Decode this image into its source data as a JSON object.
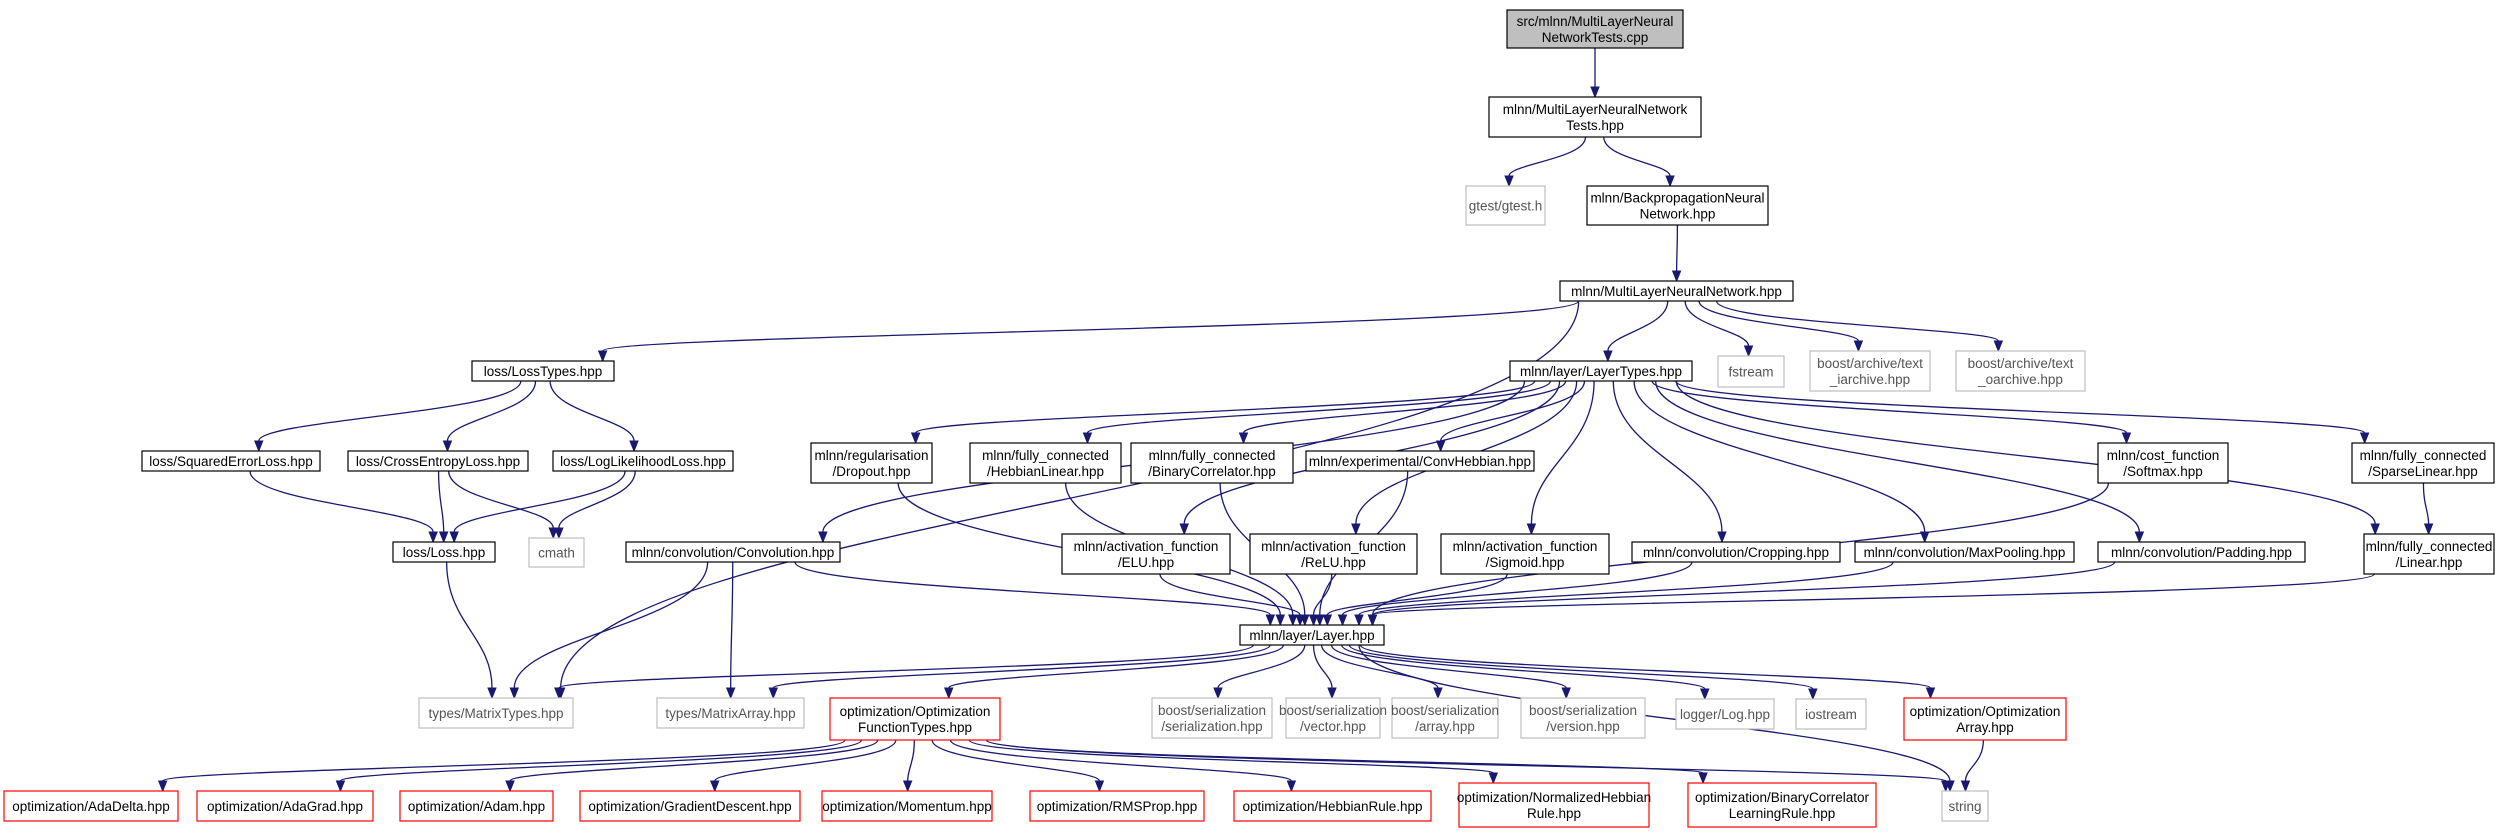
{
  "colors": {
    "edge": "#191970",
    "root_fill": "#bfbfbf",
    "truncated_border": "#ff0000",
    "external_border": "#bfbfbf"
  },
  "nodes": [
    {
      "id": "root",
      "kind": "root",
      "lines": [
        "src/mlnn/MultiLayerNeural",
        "NetworkTests.cpp"
      ]
    },
    {
      "id": "mlnt",
      "kind": "doc",
      "lines": [
        "mlnn/MultiLayerNeuralNetwork",
        "Tests.hpp"
      ]
    },
    {
      "id": "gtest",
      "kind": "ext",
      "lines": [
        "gtest/gtest.h"
      ]
    },
    {
      "id": "bpnn",
      "kind": "doc",
      "lines": [
        "mlnn/BackpropagationNeural",
        "Network.hpp"
      ]
    },
    {
      "id": "mlnn",
      "kind": "doc",
      "lines": [
        "mlnn/MultiLayerNeuralNetwork.hpp"
      ]
    },
    {
      "id": "losstypes",
      "kind": "doc",
      "lines": [
        "loss/LossTypes.hpp"
      ]
    },
    {
      "id": "layertypes",
      "kind": "doc",
      "lines": [
        "mlnn/layer/LayerTypes.hpp"
      ]
    },
    {
      "id": "fstream",
      "kind": "ext",
      "lines": [
        "fstream"
      ]
    },
    {
      "id": "textia",
      "kind": "ext",
      "lines": [
        "boost/archive/text",
        "_iarchive.hpp"
      ]
    },
    {
      "id": "textoa",
      "kind": "ext",
      "lines": [
        "boost/archive/text",
        "_oarchive.hpp"
      ]
    },
    {
      "id": "sqerr",
      "kind": "doc",
      "lines": [
        "loss/SquaredErrorLoss.hpp"
      ]
    },
    {
      "id": "crossent",
      "kind": "doc",
      "lines": [
        "loss/CrossEntropyLoss.hpp"
      ]
    },
    {
      "id": "loglik",
      "kind": "doc",
      "lines": [
        "loss/LogLikelihoodLoss.hpp"
      ]
    },
    {
      "id": "dropout",
      "kind": "doc",
      "lines": [
        "mlnn/regularisation",
        "/Dropout.hpp"
      ]
    },
    {
      "id": "hebblin",
      "kind": "doc",
      "lines": [
        "mlnn/fully_connected",
        "/HebbianLinear.hpp"
      ]
    },
    {
      "id": "bincorr",
      "kind": "doc",
      "lines": [
        "mlnn/fully_connected",
        "/BinaryCorrelator.hpp"
      ]
    },
    {
      "id": "convhebb",
      "kind": "doc",
      "lines": [
        "mlnn/experimental/ConvHebbian.hpp"
      ]
    },
    {
      "id": "softmax",
      "kind": "doc",
      "lines": [
        "mlnn/cost_function",
        "/Softmax.hpp"
      ]
    },
    {
      "id": "sparselin",
      "kind": "doc",
      "lines": [
        "mlnn/fully_connected",
        "/SparseLinear.hpp"
      ]
    },
    {
      "id": "loss",
      "kind": "doc",
      "lines": [
        "loss/Loss.hpp"
      ]
    },
    {
      "id": "cmath",
      "kind": "ext",
      "lines": [
        "cmath"
      ]
    },
    {
      "id": "conv",
      "kind": "doc",
      "lines": [
        "mlnn/convolution/Convolution.hpp"
      ]
    },
    {
      "id": "elu",
      "kind": "doc",
      "lines": [
        "mlnn/activation_function",
        "/ELU.hpp"
      ]
    },
    {
      "id": "relu",
      "kind": "doc",
      "lines": [
        "mlnn/activation_function",
        "/ReLU.hpp"
      ]
    },
    {
      "id": "sigmoid",
      "kind": "doc",
      "lines": [
        "mlnn/activation_function",
        "/Sigmoid.hpp"
      ]
    },
    {
      "id": "cropping",
      "kind": "doc",
      "lines": [
        "mlnn/convolution/Cropping.hpp"
      ]
    },
    {
      "id": "maxpool",
      "kind": "doc",
      "lines": [
        "mlnn/convolution/MaxPooling.hpp"
      ]
    },
    {
      "id": "padding",
      "kind": "doc",
      "lines": [
        "mlnn/convolution/Padding.hpp"
      ]
    },
    {
      "id": "linear",
      "kind": "doc",
      "lines": [
        "mlnn/fully_connected",
        "/Linear.hpp"
      ]
    },
    {
      "id": "layer",
      "kind": "doc",
      "lines": [
        "mlnn/layer/Layer.hpp"
      ]
    },
    {
      "id": "mtypes",
      "kind": "ext",
      "lines": [
        "types/MatrixTypes.hpp"
      ]
    },
    {
      "id": "marray",
      "kind": "ext",
      "lines": [
        "types/MatrixArray.hpp"
      ]
    },
    {
      "id": "oft",
      "kind": "trunc",
      "lines": [
        "optimization/Optimization",
        "FunctionTypes.hpp"
      ]
    },
    {
      "id": "bser",
      "kind": "ext",
      "lines": [
        "boost/serialization",
        "/serialization.hpp"
      ]
    },
    {
      "id": "bvec",
      "kind": "ext",
      "lines": [
        "boost/serialization",
        "/vector.hpp"
      ]
    },
    {
      "id": "barr",
      "kind": "ext",
      "lines": [
        "boost/serialization",
        "/array.hpp"
      ]
    },
    {
      "id": "bver",
      "kind": "ext",
      "lines": [
        "boost/serialization",
        "/version.hpp"
      ]
    },
    {
      "id": "logger",
      "kind": "ext",
      "lines": [
        "logger/Log.hpp"
      ]
    },
    {
      "id": "iostream",
      "kind": "ext",
      "lines": [
        "iostream"
      ]
    },
    {
      "id": "oarr",
      "kind": "trunc",
      "lines": [
        "optimization/Optimization",
        "Array.hpp"
      ]
    },
    {
      "id": "adadelta",
      "kind": "trunc",
      "lines": [
        "optimization/AdaDelta.hpp"
      ]
    },
    {
      "id": "adagrad",
      "kind": "trunc",
      "lines": [
        "optimization/AdaGrad.hpp"
      ]
    },
    {
      "id": "adam",
      "kind": "trunc",
      "lines": [
        "optimization/Adam.hpp"
      ]
    },
    {
      "id": "graddesc",
      "kind": "trunc",
      "lines": [
        "optimization/GradientDescent.hpp"
      ]
    },
    {
      "id": "momentum",
      "kind": "trunc",
      "lines": [
        "optimization/Momentum.hpp"
      ]
    },
    {
      "id": "rmsprop",
      "kind": "trunc",
      "lines": [
        "optimization/RMSProp.hpp"
      ]
    },
    {
      "id": "hebbrule",
      "kind": "trunc",
      "lines": [
        "optimization/HebbianRule.hpp"
      ]
    },
    {
      "id": "normhebb",
      "kind": "trunc",
      "lines": [
        "optimization/NormalizedHebbian",
        "Rule.hpp"
      ]
    },
    {
      "id": "bincorrlr",
      "kind": "trunc",
      "lines": [
        "optimization/BinaryCorrelator",
        "LearningRule.hpp"
      ]
    },
    {
      "id": "string",
      "kind": "ext",
      "lines": [
        "string"
      ]
    }
  ],
  "edges": [
    [
      "root",
      "mlnt"
    ],
    [
      "mlnt",
      "gtest"
    ],
    [
      "mlnt",
      "bpnn"
    ],
    [
      "bpnn",
      "mlnn"
    ],
    [
      "mlnn",
      "mtypes"
    ],
    [
      "mlnn",
      "losstypes"
    ],
    [
      "mlnn",
      "layertypes"
    ],
    [
      "mlnn",
      "fstream"
    ],
    [
      "mlnn",
      "textia"
    ],
    [
      "mlnn",
      "textoa"
    ],
    [
      "losstypes",
      "sqerr"
    ],
    [
      "losstypes",
      "crossent"
    ],
    [
      "losstypes",
      "loglik"
    ],
    [
      "sqerr",
      "loss"
    ],
    [
      "crossent",
      "loss"
    ],
    [
      "crossent",
      "cmath"
    ],
    [
      "loglik",
      "loss"
    ],
    [
      "loglik",
      "cmath"
    ],
    [
      "loss",
      "mtypes"
    ],
    [
      "layertypes",
      "conv"
    ],
    [
      "layertypes",
      "dropout"
    ],
    [
      "layertypes",
      "hebblin"
    ],
    [
      "layertypes",
      "bincorr"
    ],
    [
      "layertypes",
      "convhebb"
    ],
    [
      "layertypes",
      "elu"
    ],
    [
      "layertypes",
      "relu"
    ],
    [
      "layertypes",
      "sigmoid"
    ],
    [
      "layertypes",
      "cropping"
    ],
    [
      "layertypes",
      "maxpool"
    ],
    [
      "layertypes",
      "padding"
    ],
    [
      "layertypes",
      "softmax"
    ],
    [
      "layertypes",
      "sparselin"
    ],
    [
      "layertypes",
      "linear"
    ],
    [
      "conv",
      "mtypes"
    ],
    [
      "conv",
      "marray"
    ],
    [
      "conv",
      "layer"
    ],
    [
      "dropout",
      "layer"
    ],
    [
      "hebblin",
      "layer"
    ],
    [
      "bincorr",
      "layer"
    ],
    [
      "convhebb",
      "layer"
    ],
    [
      "elu",
      "layer"
    ],
    [
      "relu",
      "layer"
    ],
    [
      "sigmoid",
      "layer"
    ],
    [
      "cropping",
      "layer"
    ],
    [
      "maxpool",
      "layer"
    ],
    [
      "padding",
      "layer"
    ],
    [
      "softmax",
      "layer"
    ],
    [
      "sparselin",
      "linear"
    ],
    [
      "linear",
      "layer"
    ],
    [
      "layer",
      "mtypes"
    ],
    [
      "layer",
      "marray"
    ],
    [
      "layer",
      "oft"
    ],
    [
      "layer",
      "bser"
    ],
    [
      "layer",
      "bvec"
    ],
    [
      "layer",
      "barr"
    ],
    [
      "layer",
      "bver"
    ],
    [
      "layer",
      "logger"
    ],
    [
      "layer",
      "iostream"
    ],
    [
      "layer",
      "oarr"
    ],
    [
      "layer",
      "string"
    ],
    [
      "oft",
      "adadelta"
    ],
    [
      "oft",
      "adagrad"
    ],
    [
      "oft",
      "adam"
    ],
    [
      "oft",
      "graddesc"
    ],
    [
      "oft",
      "momentum"
    ],
    [
      "oft",
      "rmsprop"
    ],
    [
      "oft",
      "hebbrule"
    ],
    [
      "oft",
      "normhebb"
    ],
    [
      "oft",
      "bincorrlr"
    ],
    [
      "oft",
      "string"
    ],
    [
      "oarr",
      "string"
    ]
  ]
}
